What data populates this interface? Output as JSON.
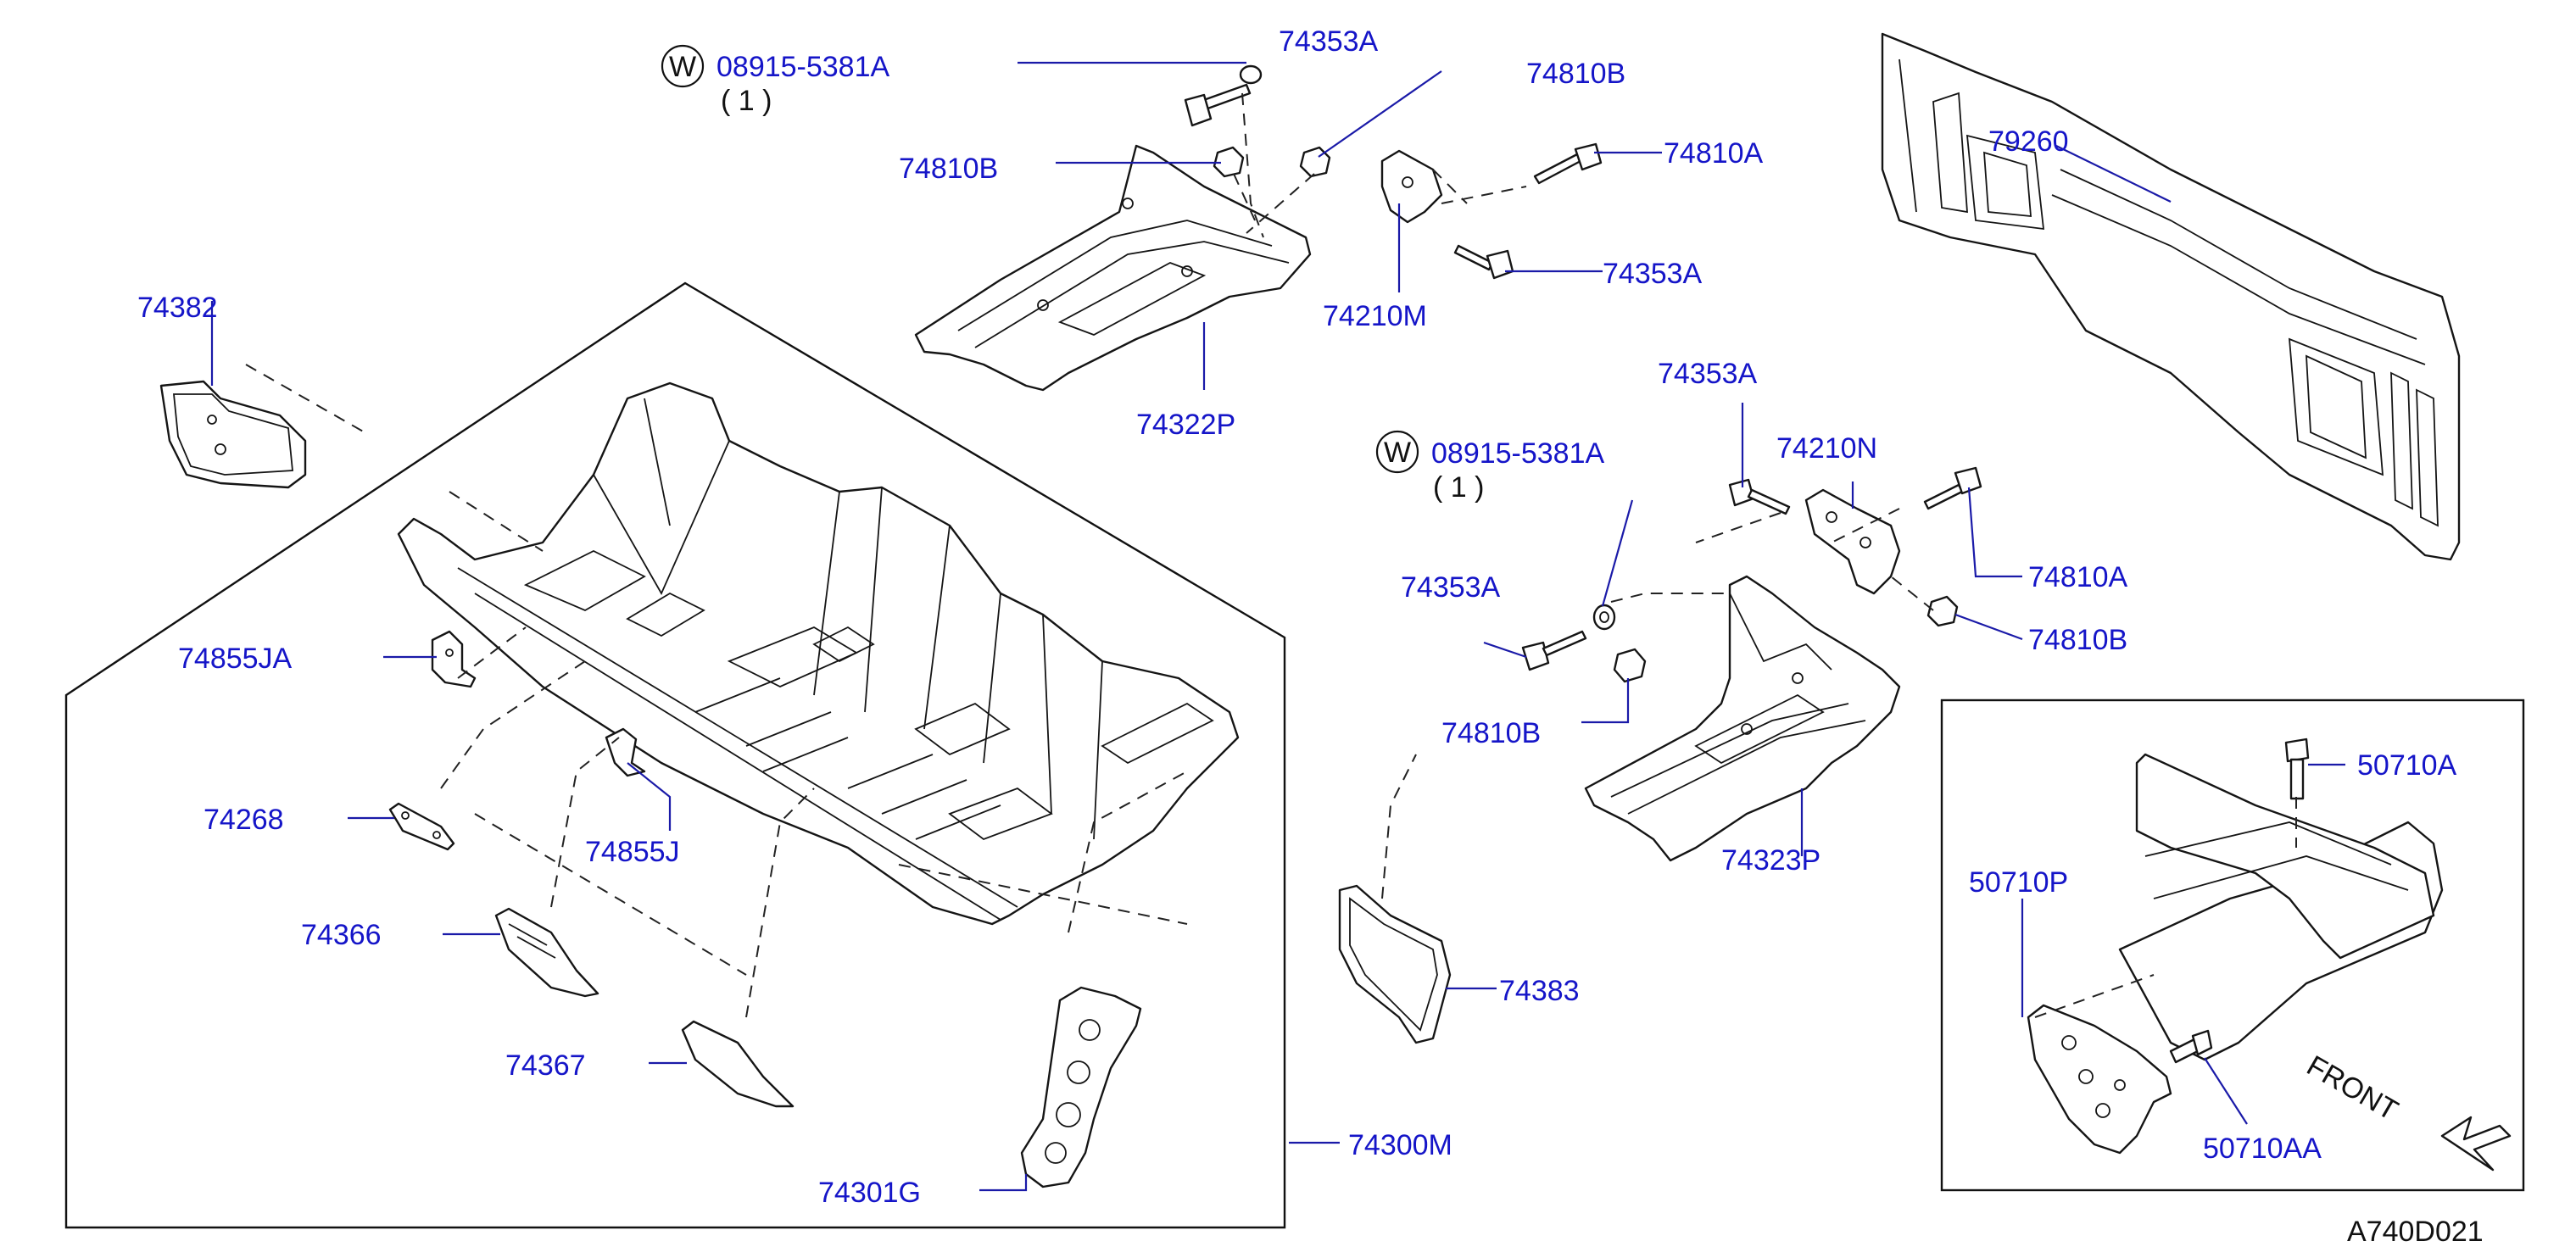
{
  "diagram_code": "A740D021",
  "front_label": "FRONT",
  "washer_symbol": "W",
  "labels": {
    "p08915_top": "08915-5381A",
    "qty_top": "( 1 )",
    "p08915_mid": "08915-5381A",
    "qty_mid": "( 1 )",
    "p74353A_1": "74353A",
    "p74353A_2": "74353A",
    "p74353A_3": "74353A",
    "p74353A_4": "74353A",
    "p74810B_1": "74810B",
    "p74810B_2": "74810B",
    "p74810B_3": "74810B",
    "p74810B_4": "74810B",
    "p74810A_1": "74810A",
    "p74810A_2": "74810A",
    "p74210M": "74210M",
    "p74210N": "74210N",
    "p74322P": "74322P",
    "p74323P": "74323P",
    "p79260": "79260",
    "p74382": "74382",
    "p74383": "74383",
    "p74855JA": "74855JA",
    "p74855J": "74855J",
    "p74268": "74268",
    "p74366": "74366",
    "p74367": "74367",
    "p74301G": "74301G",
    "p74300M": "74300M",
    "p50710A": "50710A",
    "p50710P": "50710P",
    "p50710AA": "50710AA"
  }
}
